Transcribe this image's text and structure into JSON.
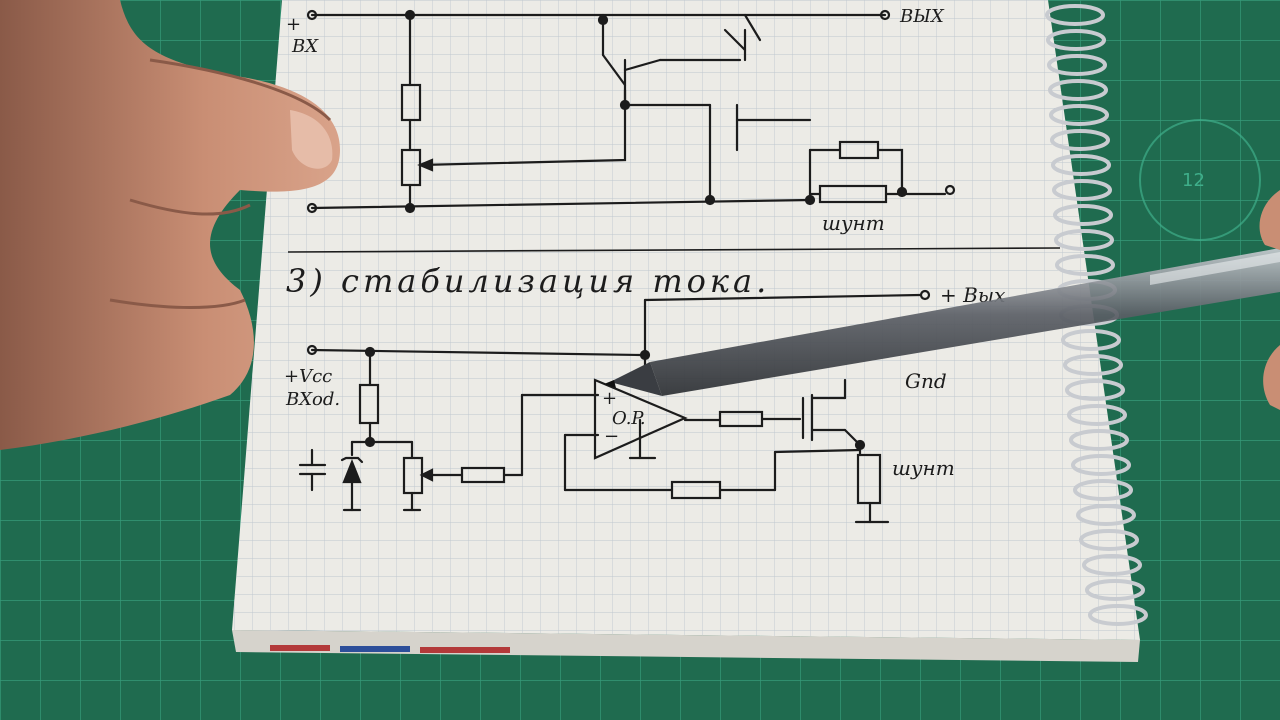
{
  "colors": {
    "cutting_mat": "#1f6b4f",
    "mat_grid": "#3fae8a",
    "paper": "#ecebe6",
    "paper_grid": "#b9c3cc",
    "ink": "#1c1c1c",
    "skin": "#c98e74",
    "pen_barrel": "#5b5f66"
  },
  "top_circuit": {
    "input_label": "BX",
    "input_polarity": "+",
    "output_label": "ВЫХ",
    "shunt_label": "шунт"
  },
  "section_heading": "3) стабилизация тока.",
  "bottom_circuit": {
    "supply_label": "+Vcc",
    "input_label": "BXod.",
    "output_label": "+ Вых",
    "gnd_label": "Gnd",
    "opamp_label": "O.P.",
    "plus_sign": "+",
    "minus_sign": "−",
    "shunt_label": "шунт"
  },
  "mat_number": "12",
  "objects": {
    "hand": "left-hand",
    "pen": "gel-pen"
  }
}
